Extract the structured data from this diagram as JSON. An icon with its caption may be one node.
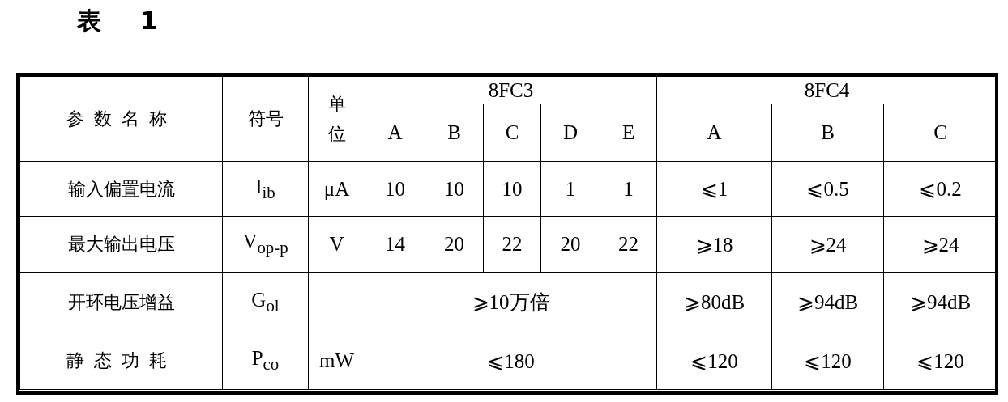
{
  "diagram": {
    "title": "表 1",
    "labels": [
      "参数名称",
      "符号",
      "单位",
      "8FC3",
      "8FC4",
      "A",
      "B",
      "C",
      "D",
      "E",
      "A",
      "B",
      "C",
      "输入偏置电流",
      "I$_{ib}$",
      "μA",
      "10",
      "10",
      "10",
      "1",
      "1",
      "⩽1",
      "⩽0.5",
      "⩽0.2",
      "最大输出电压",
      "V$_{op-p}$",
      "V",
      "14",
      "20",
      "22",
      "20",
      "22",
      "⩾18",
      "⩾24",
      "⩾24",
      "开环电压增益",
      "G$_{ol}$",
      "⩾10万倍",
      "⩾80dB",
      "⩾94dB",
      "⩾94dB",
      "静态功耗",
      "P$_{co}$",
      "mW",
      "⩽180",
      "⩽120",
      "⩽120",
      "⩽120"
    ]
  }
}
